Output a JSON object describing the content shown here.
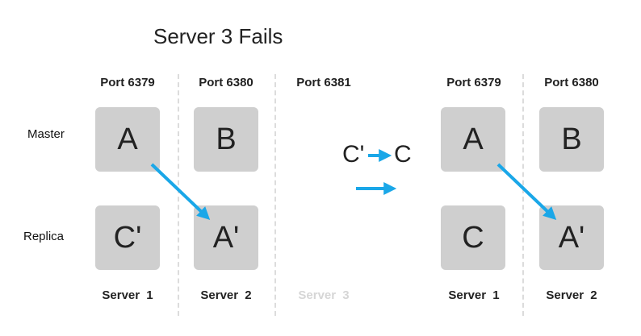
{
  "title": "Server 3 Fails",
  "ports": {
    "left": [
      "Port 6379",
      "Port 6380",
      "Port 6381"
    ],
    "right": [
      "Port 6379",
      "Port 6380"
    ]
  },
  "rows": {
    "master": "Master",
    "replica": "Replica"
  },
  "left_nodes": {
    "s1_master": "A",
    "s2_master": "B",
    "s1_replica": "C'",
    "s2_replica": "A'"
  },
  "right_nodes": {
    "s1_master": "A",
    "s2_master": "B",
    "s1_replica": "C",
    "s2_replica": "A'"
  },
  "transition": {
    "from": "C'",
    "to": "C"
  },
  "servers": {
    "left": [
      "Server 1",
      "Server 2",
      "Server 3"
    ],
    "right": [
      "Server 1",
      "Server 2"
    ]
  },
  "colors": {
    "arrow": "#1aa7e8",
    "box": "#cfcfcf",
    "faded": "#d6d6d6"
  }
}
